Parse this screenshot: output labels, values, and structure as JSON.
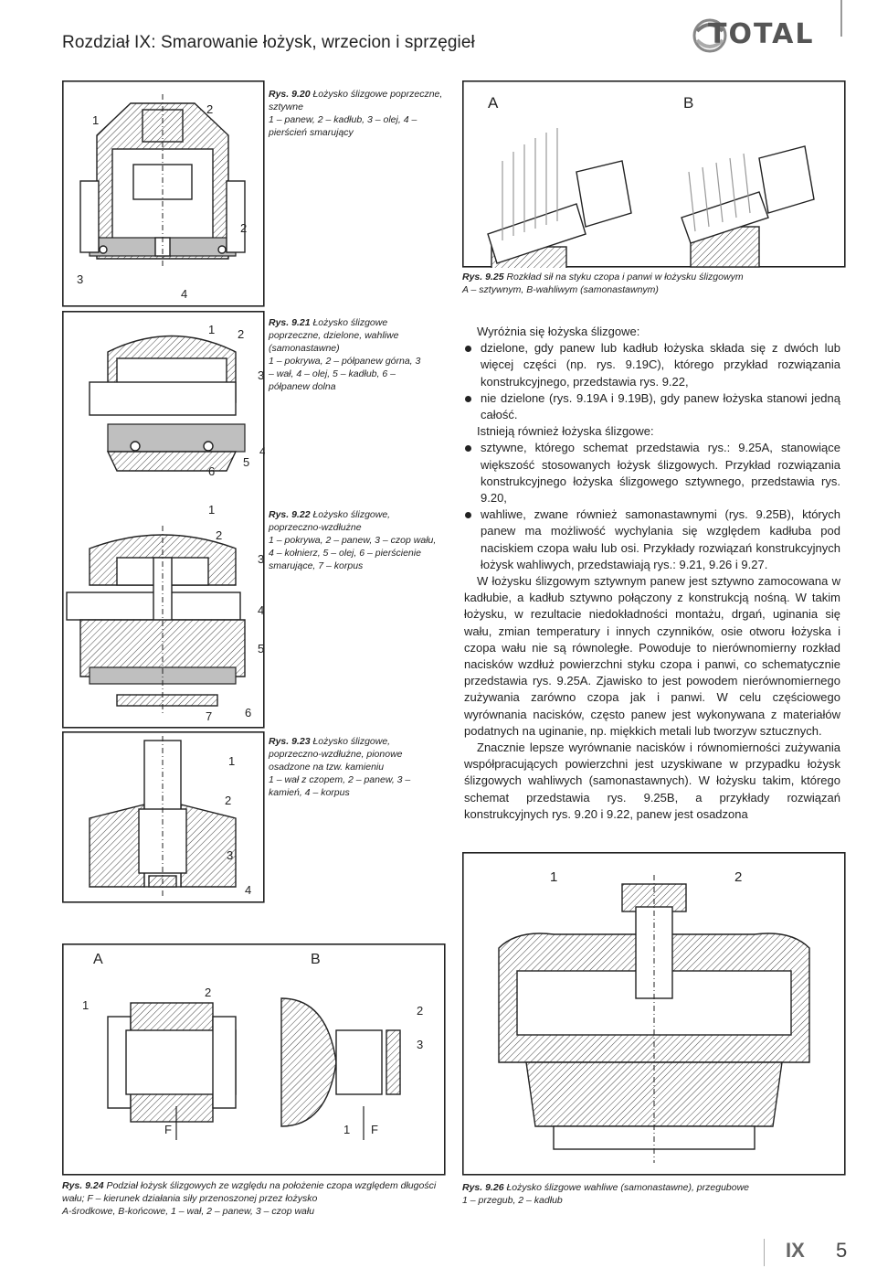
{
  "header": {
    "title": "Rozdział IX: Smarowanie łożysk, wrzecion i sprzęgieł",
    "logo_text": "TOTAL"
  },
  "figures": {
    "fig920": {
      "caption_num": "Rys. 9.20",
      "caption_text": "Łożysko ślizgowe poprzeczne, sztywne",
      "caption_legend": "1 – panew, 2 – kadłub, 3 – olej, 4 – pierścień smarujący",
      "labels": [
        "1",
        "2",
        "2",
        "3",
        "4"
      ]
    },
    "fig925": {
      "caption_num": "Rys. 9.25",
      "caption_text": "Rozkład sił na styku czopa i panwi w łożysku ślizgowym",
      "caption_legend": "A – sztywnym, B-wahliwym (samonastawnym)",
      "labels": [
        "A",
        "B"
      ]
    },
    "fig921": {
      "caption_num": "Rys. 9.21",
      "caption_text": "Łożysko ślizgowe poprzeczne, dzielone, wahliwe (samonastawne)",
      "caption_legend": "1 – pokrywa, 2 – półpanew górna, 3 – wał, 4 – olej, 5 – kadłub, 6 – półpanew dolna",
      "labels": [
        "1",
        "2",
        "3",
        "4",
        "5",
        "6"
      ]
    },
    "fig922": {
      "caption_num": "Rys. 9.22",
      "caption_text": "Łożysko ślizgowe, poprzeczno-wzdłużne",
      "caption_legend": "1 – pokrywa, 2 – panew, 3 – czop wału, 4 – kołnierz, 5 – olej, 6 – pierścienie smarujące, 7 – korpus",
      "labels": [
        "1",
        "2",
        "3",
        "4",
        "5",
        "6",
        "7"
      ]
    },
    "fig923": {
      "caption_num": "Rys. 9.23",
      "caption_text": "Łożysko ślizgowe, poprzeczno-wzdłużne, pionowe osadzone na tzw. kamieniu",
      "caption_legend": "1 – wał z czopem, 2 – panew, 3 – kamień, 4 – korpus",
      "labels": [
        "1",
        "2",
        "3",
        "4"
      ]
    },
    "fig924": {
      "caption_num": "Rys. 9.24",
      "caption_text": "Podział łożysk ślizgowych ze względu na położenie czopa względem długości wału; F – kierunek działania siły przenoszonej przez łożysko",
      "caption_legend": "A-środkowe, B-końcowe, 1 – wał, 2 – panew, 3 – czop wału",
      "labels": [
        "A",
        "B",
        "1",
        "2",
        "2",
        "3",
        "F",
        "1",
        "F"
      ]
    },
    "fig926": {
      "caption_num": "Rys. 9.26",
      "caption_text": "Łożysko ślizgowe wahliwe (samonastawne), przegubowe",
      "caption_legend": "1 – przegub, 2 – kadłub",
      "labels": [
        "1",
        "2"
      ]
    }
  },
  "body": {
    "intro": "Wyróżnia się łożyska ślizgowe:",
    "list1": [
      "dzielone, gdy panew lub kadłub łożyska składa się z dwóch lub więcej części (np. rys. 9.19C), którego przykład rozwiązania konstrukcyjnego, przedstawia rys. 9.22,",
      "nie dzielone (rys. 9.19A i 9.19B), gdy panew łożyska stanowi jedną całość."
    ],
    "intro2": "Istnieją również łożyska ślizgowe:",
    "list2": [
      "sztywne, którego schemat przedstawia rys.: 9.25A, stanowiące większość stosowanych łożysk ślizgowych. Przykład rozwiązania konstrukcyjnego łożyska ślizgowego sztywnego, przedstawia rys. 9.20,",
      "wahliwe, zwane również samonastawnymi (rys. 9.25B), których panew ma możliwość wychylania się względem kadłuba pod naciskiem czopa wału lub osi. Przykłady rozwiązań konstrukcyjnych łożysk wahliwych, przedstawiają rys.: 9.21, 9.26 i 9.27."
    ],
    "para1": "W łożysku ślizgowym sztywnym panew jest sztywno zamocowana w kadłubie, a kadłub sztywno połączony z konstrukcją nośną. W takim łożysku, w rezultacie niedokładności montażu, drgań, uginania się wału, zmian temperatury i innych czynników, osie otworu łożyska i czopa wału nie są równoległe. Powoduje to nierównomierny rozkład nacisków wzdłuż powierzchni styku czopa i panwi, co schematycznie przedstawia rys. 9.25A. Zjawisko to jest powodem nierównomiernego zużywania zarówno czopa jak i panwi. W celu częściowego wyrównania nacisków, często panew jest wykonywana z materiałów podatnych na uginanie, np. miękkich metali lub tworzyw sztucznych.",
    "para2": "Znacznie lepsze wyrównanie nacisków i równomierności zużywania współpracujących powierzchni jest uzyskiwane w przypadku łożysk ślizgowych wahliwych (samonastawnych). W łożysku takim, którego schemat przedstawia rys. 9.25B, a przykłady rozwiązań konstrukcyjnych rys. 9.20 i 9.22, panew jest osadzona"
  },
  "footer": {
    "chapter": "IX",
    "page": "5"
  }
}
